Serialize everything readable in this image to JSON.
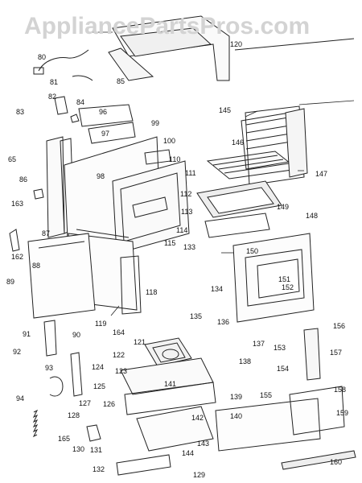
{
  "watermark": "AppliancePartsPros.com",
  "callouts": [
    "80",
    "81",
    "82",
    "83",
    "84",
    "65",
    "86",
    "163",
    "162",
    "87",
    "88",
    "89",
    "91",
    "92",
    "93",
    "94",
    "96",
    "97",
    "98",
    "99",
    "100",
    "110",
    "111",
    "112",
    "113",
    "114",
    "115",
    "118",
    "119",
    "120",
    "121",
    "122",
    "123",
    "124",
    "125",
    "126",
    "127",
    "128",
    "129",
    "130",
    "131",
    "132",
    "133",
    "134",
    "135",
    "136",
    "137",
    "138",
    "139",
    "140",
    "141",
    "142",
    "143",
    "144",
    "145",
    "146",
    "147",
    "148",
    "149",
    "150",
    "151",
    "152",
    "153",
    "154",
    "155",
    "156",
    "157",
    "158",
    "159",
    "160",
    "164",
    "165",
    "90",
    "85"
  ]
}
